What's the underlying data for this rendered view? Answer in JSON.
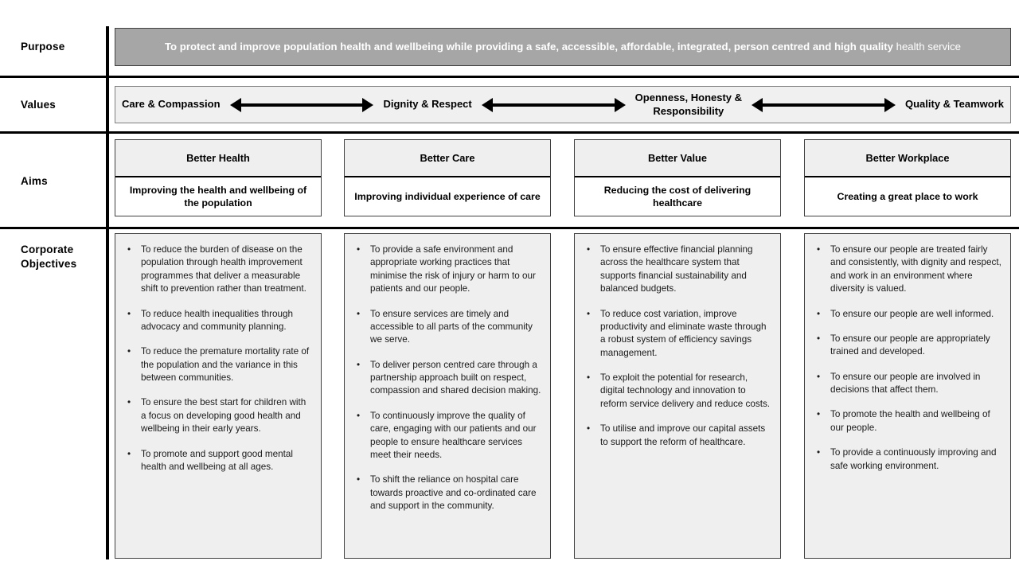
{
  "rows": {
    "purpose": {
      "label": "Purpose",
      "statement_bold": "To protect and improve population health and wellbeing while providing a safe, accessible, affordable, integrated, person centred and high quality",
      "statement_light": "health service",
      "bg_color": "#A6A6A6",
      "text_color": "#FFFFFF"
    },
    "values": {
      "label": "Values",
      "items": [
        "Care & Compassion",
        "Dignity & Respect",
        "Openness, Honesty &\nResponsibility",
        "Quality & Teamwork"
      ],
      "connector_icon": "double-headed-arrow",
      "bg_color": "#F0F0F0"
    },
    "aims": {
      "label": "Aims",
      "items": [
        {
          "title": "Better Health",
          "description": "Improving the health and wellbeing of the population"
        },
        {
          "title": "Better Care",
          "description": "Improving individual experience of care"
        },
        {
          "title": "Better Value",
          "description": "Reducing the cost of delivering healthcare"
        },
        {
          "title": "Better Workplace",
          "description": "Creating a great place to work"
        }
      ],
      "header_bg_color": "#EFEFEF",
      "body_bg_color": "#FFFFFF"
    },
    "objectives": {
      "label": "Corporate Objectives",
      "bullet_glyph": "•",
      "bg_color": "#EFEFEF",
      "columns": [
        {
          "aim": "Better Health",
          "bullets": [
            "To reduce the burden of disease on the population through health improvement programmes that deliver a measurable shift to prevention rather than treatment.",
            "To reduce health inequalities through advocacy and community planning.",
            "To reduce the premature mortality rate of the population and the variance in this between communities.",
            "To ensure the best start for children with a focus on developing good health and wellbeing in their early years.",
            "To promote and support good mental health and wellbeing at all ages."
          ]
        },
        {
          "aim": "Better Care",
          "bullets": [
            "To provide a safe environment and appropriate working practices that minimise the risk of injury or harm to our patients and our people.",
            "To ensure services are timely and accessible to all parts of the community we serve.",
            "To deliver person centred care through a partnership approach built on respect, compassion and shared decision making.",
            "To continuously improve the quality of care, engaging with our patients and our people to ensure healthcare services meet their needs.",
            "To shift the reliance on hospital care towards proactive and co-ordinated care and support in the community."
          ]
        },
        {
          "aim": "Better Value",
          "bullets": [
            "To ensure effective financial planning across the healthcare system that supports financial sustainability and balanced budgets.",
            "To reduce cost variation, improve productivity and eliminate waste through a robust system of efficiency savings management.",
            "To exploit the potential for research, digital technology and innovation to reform service delivery and reduce costs.",
            "To utilise and improve our capital assets to support the reform of healthcare."
          ]
        },
        {
          "aim": "Better Workplace",
          "bullets": [
            "To ensure our people are treated fairly and consistently, with dignity and respect, and work in an environment where diversity is valued.",
            "To ensure our people are well informed.",
            "To ensure our people are appropriately trained and developed.",
            "To ensure our people are involved in decisions that affect them.",
            "To promote the health and wellbeing of our people.",
            "To provide a continuously improving and safe working environment."
          ]
        }
      ]
    }
  }
}
